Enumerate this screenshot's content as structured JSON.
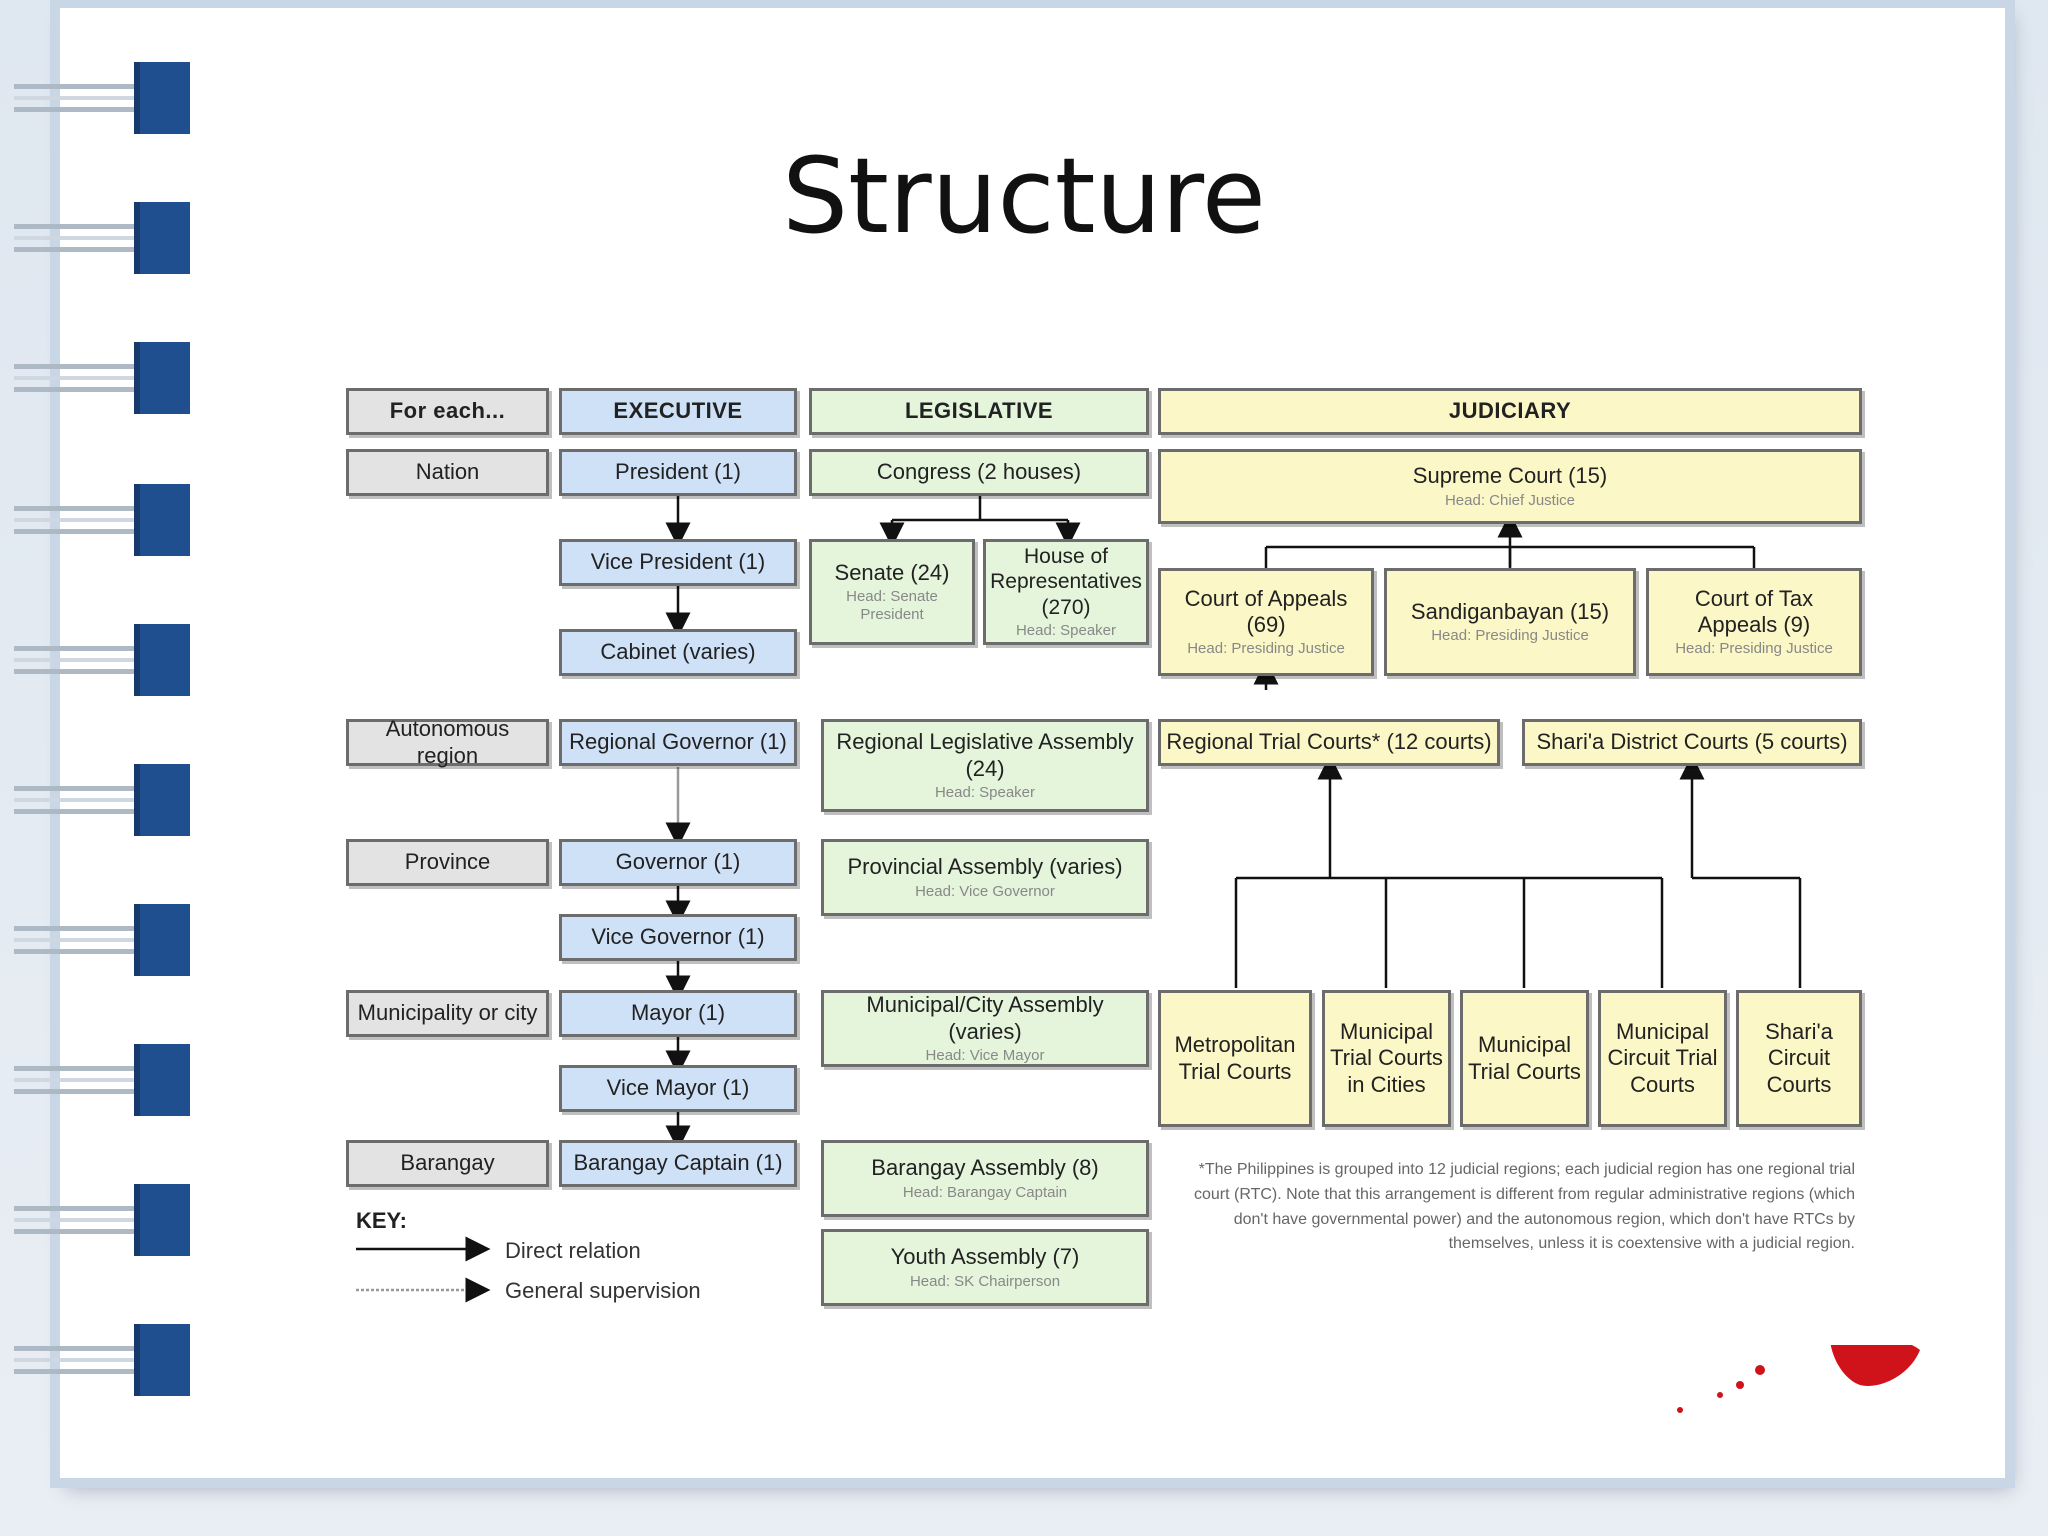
{
  "title": "Structure",
  "header_row": {
    "level": "For each...",
    "executive": "EXECUTIVE",
    "legislative": "LEGISLATIVE",
    "judiciary": "JUDICIARY"
  },
  "levels": {
    "nation": "Nation",
    "autonomous": "Autonomous region",
    "province": "Province",
    "municipality": "Municipality or city",
    "barangay": "Barangay"
  },
  "executive": {
    "president": "President (1)",
    "vice_president": "Vice President (1)",
    "cabinet": "Cabinet (varies)",
    "regional_governor": "Regional Governor (1)",
    "governor": "Governor (1)",
    "vice_governor": "Vice Governor (1)",
    "mayor": "Mayor (1)",
    "vice_mayor": "Vice Mayor (1)",
    "barangay_captain": "Barangay Captain (1)"
  },
  "legislative": {
    "congress": "Congress (2 houses)",
    "senate": {
      "name": "Senate (24)",
      "head": "Head: Senate President"
    },
    "house": {
      "name": "House of Representatives (270)",
      "head": "Head: Speaker"
    },
    "regional_assembly": {
      "name": "Regional Legislative Assembly (24)",
      "head": "Head: Speaker"
    },
    "provincial_assembly": {
      "name": "Provincial Assembly (varies)",
      "head": "Head: Vice Governor"
    },
    "municipal_assembly": {
      "name": "Municipal/City Assembly (varies)",
      "head": "Head: Vice Mayor"
    },
    "barangay_assembly": {
      "name": "Barangay Assembly (8)",
      "head": "Head: Barangay Captain"
    },
    "youth_assembly": {
      "name": "Youth Assembly (7)",
      "head": "Head: SK Chairperson"
    }
  },
  "judiciary": {
    "supreme_court": {
      "name": "Supreme Court (15)",
      "head": "Head: Chief Justice"
    },
    "court_of_appeals": {
      "name": "Court of Appeals (69)",
      "head": "Head: Presiding Justice"
    },
    "sandiganbayan": {
      "name": "Sandiganbayan (15)",
      "head": "Head: Presiding Justice"
    },
    "court_of_tax_appeals": {
      "name": "Court of Tax Appeals (9)",
      "head": "Head: Presiding Justice"
    },
    "regional_trial_courts": "Regional Trial Courts* (12 courts)",
    "sharia_district_courts": "Shari'a District Courts (5 courts)",
    "metropolitan_trial_courts": "Metropolitan Trial Courts",
    "municipal_trial_courts_cities": "Municipal Trial Courts in Cities",
    "municipal_trial_courts": "Municipal Trial Courts",
    "municipal_circuit_trial_courts": "Municipal Circuit Trial Courts",
    "sharia_circuit_courts": "Shari'a Circuit Courts"
  },
  "footnote": "*The Philippines is grouped into 12 judicial regions; each judicial region has one regional trial court (RTC). Note that this arrangement is different from regular administrative regions (which don't have governmental power) and the autonomous region, which don't have RTCs by themselves, unless it is coextensive with a judicial region.",
  "key": {
    "title": "KEY:",
    "direct": "Direct relation",
    "general": "General supervision"
  },
  "colors": {
    "grey_box": "#e3e3e3",
    "executive_blue": "#cfe1f7",
    "legislative_green": "#e4f5dc",
    "judiciary_yellow": "#fbf7c6",
    "binder_blue": "#1f4f8f"
  }
}
